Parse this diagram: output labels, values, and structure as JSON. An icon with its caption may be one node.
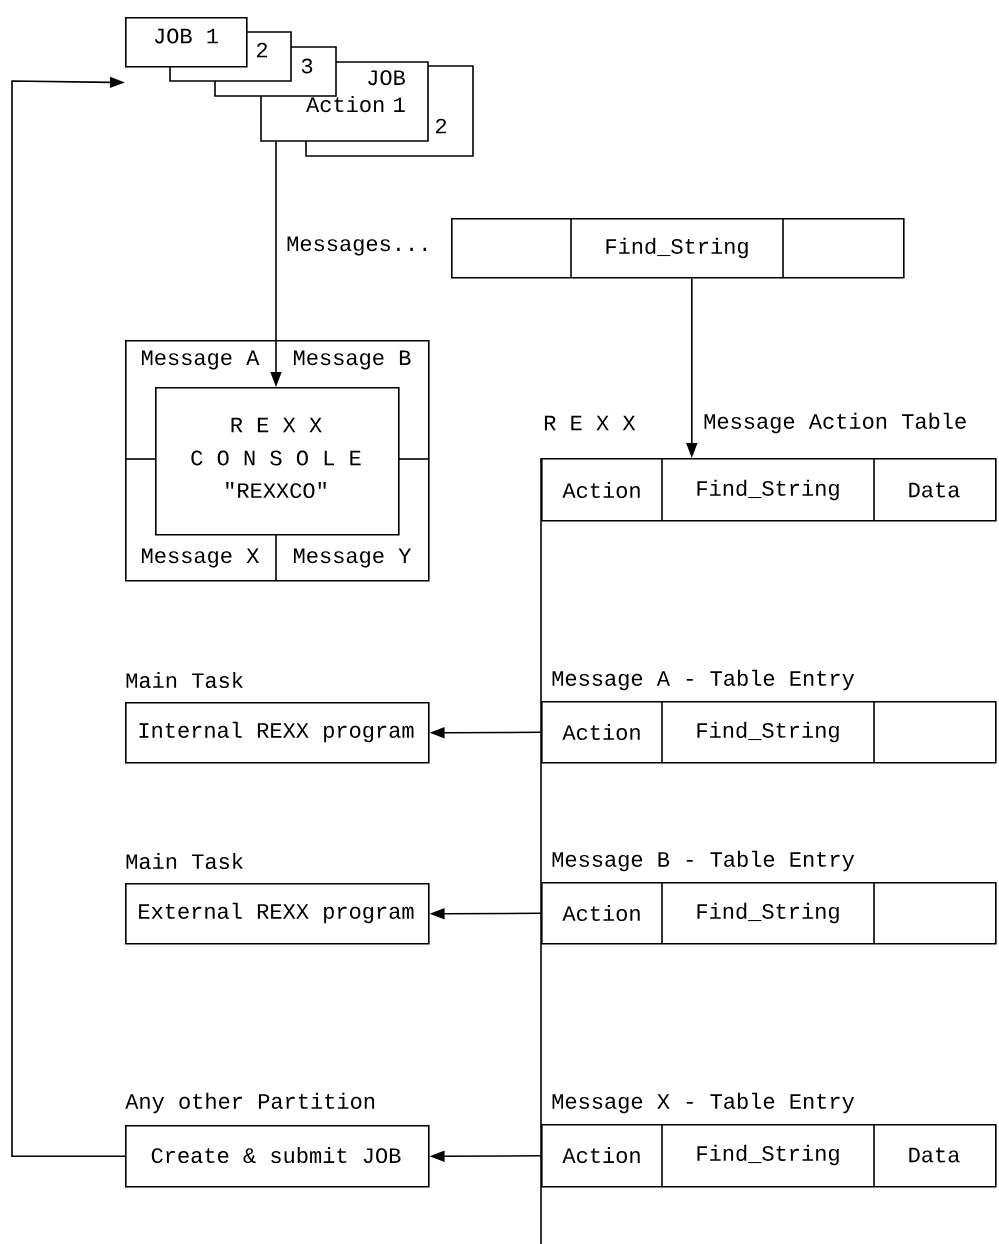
{
  "diagram": {
    "nodes": [
      {
        "text": [
          "JOB 1"
        ]
      },
      {
        "text": [
          "2"
        ]
      },
      {
        "text": [
          "3"
        ]
      },
      {
        "text": [
          "JOB Action 1"
        ]
      },
      {
        "text": [
          "2"
        ]
      },
      {
        "text": [
          "Find_String"
        ]
      },
      {
        "text": [
          "Message A",
          "Message B",
          "Message X",
          "Message Y"
        ]
      },
      {
        "text": [
          "R E X X",
          "C O N S O L E",
          "\"REXXCO\""
        ],
        "in": 6
      },
      {
        "text": [
          "R E X X",
          "Message Action Table",
          "Action",
          "Find_String",
          "Data"
        ]
      },
      {
        "text": [
          "Main Task",
          "Internal REXX program"
        ]
      },
      {
        "text": [
          "Message A - Table Entry",
          "Action",
          "Find_String"
        ]
      },
      {
        "text": [
          "Main Task",
          "External REXX program"
        ]
      },
      {
        "text": [
          "Message B - Table Entry",
          "Action",
          "Find_String"
        ]
      },
      {
        "text": [
          "Any other Partition",
          "Create & submit JOB"
        ]
      },
      {
        "text": [
          "Message X - Table Entry",
          "Action",
          "Find_String",
          "Data"
        ]
      }
    ],
    "edges": [
      {
        "from": 3,
        "to": 7,
        "arrow": "to"
      },
      {
        "from": 5,
        "to": 8,
        "arrow": "to"
      },
      {
        "from": 10,
        "to": 9,
        "arrow": "to"
      },
      {
        "from": 12,
        "to": 11,
        "arrow": "to"
      },
      {
        "from": 14,
        "to": 13,
        "arrow": "to"
      },
      {
        "from": 13,
        "to": 0,
        "arrow": "to"
      }
    ],
    "labels": [
      "Messages..."
    ]
  }
}
